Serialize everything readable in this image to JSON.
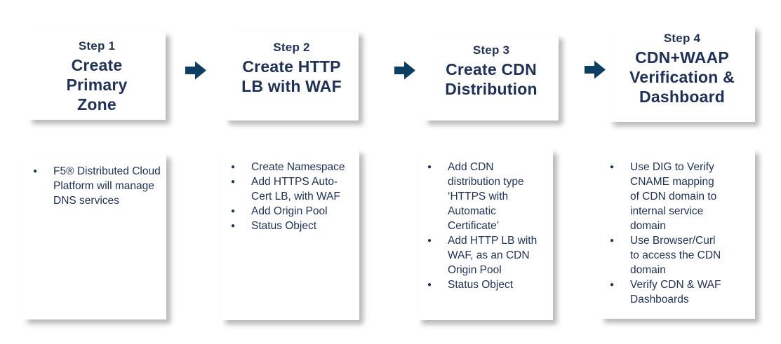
{
  "colors": {
    "text": "#1f3158",
    "arrow": "#0d3e63",
    "card_background": "#ffffff",
    "page_background": "#ffffff"
  },
  "steps": [
    {
      "step_label": "Step 1",
      "title": "Create\nPrimary\nZone",
      "bullets": [
        "F5® Distributed Cloud\nPlatform will manage\nDNS services"
      ]
    },
    {
      "step_label": "Step 2",
      "title": "Create HTTP\nLB with WAF",
      "bullets": [
        "Create Namespace",
        "Add HTTPS Auto-\nCert LB, with WAF",
        "Add Origin Pool",
        "Status Object"
      ]
    },
    {
      "step_label": "Step 3",
      "title": "Create CDN\nDistribution",
      "bullets": [
        "Add CDN\ndistribution type\n‘HTTPS with\nAutomatic\nCertificate’",
        "Add HTTP LB with\nWAF, as an CDN\nOrigin Pool",
        "Status Object"
      ]
    },
    {
      "step_label": "Step 4",
      "title": "CDN+WAAP\nVerification &\nDashboard",
      "bullets": [
        "Use DIG to Verify\nCNAME mapping\nof CDN domain to\ninternal service\ndomain",
        "Use Browser/Curl\nto access the CDN\ndomain",
        "Verify CDN & WAF\nDashboards"
      ]
    }
  ]
}
